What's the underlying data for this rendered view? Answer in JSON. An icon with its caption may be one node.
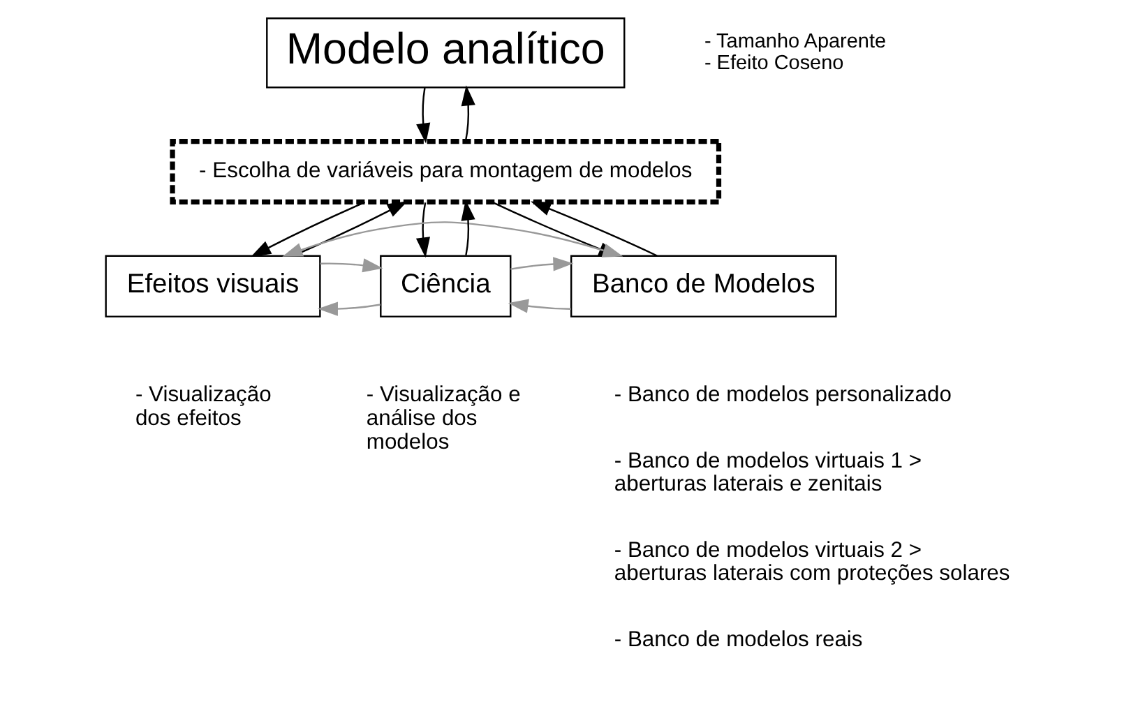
{
  "diagram": {
    "nodes": [
      {
        "text": [
          "Modelo analítico"
        ],
        "beside": [
          "- Tamanho Aparente",
          "- Efeito Coseno"
        ]
      },
      {
        "text": [
          "- Escolha de variáveis para montagem de modelos"
        ]
      },
      {
        "text": [
          "Efeitos visuais"
        ],
        "beside": [
          "- Visualização dos efeitos"
        ]
      },
      {
        "text": [
          "Ciência"
        ],
        "beside": [
          "- Visualização e análise dos modelos"
        ]
      },
      {
        "text": [
          "Banco de Modelos"
        ],
        "beside": [
          "- Banco de modelos personalizado",
          "- Banco de modelos virtuais 1 > aberturas laterais e zenitais",
          "- Banco de modelos virtuais 2 > aberturas laterais com proteções solares",
          "- Banco de modelos reais"
        ]
      }
    ],
    "edges": [
      {
        "from": 0,
        "to": 1,
        "arrow": "to"
      },
      {
        "from": 1,
        "to": 0,
        "arrow": "to"
      },
      {
        "from": 1,
        "to": 2,
        "arrow": "to"
      },
      {
        "from": 2,
        "to": 1,
        "arrow": "to"
      },
      {
        "from": 1,
        "to": 3,
        "arrow": "to"
      },
      {
        "from": 3,
        "to": 1,
        "arrow": "to"
      },
      {
        "from": 1,
        "to": 4,
        "arrow": "to"
      },
      {
        "from": 4,
        "to": 1,
        "arrow": "to"
      },
      {
        "from": 3,
        "to": 2,
        "arrow": "to",
        "color": "#999999"
      },
      {
        "from": 2,
        "to": 3,
        "arrow": "to",
        "color": "#999999"
      },
      {
        "from": 4,
        "to": 3,
        "arrow": "to",
        "color": "#999999"
      },
      {
        "from": 3,
        "to": 4,
        "arrow": "to",
        "color": "#999999"
      },
      {
        "from": 2,
        "to": 4,
        "arrow": "both",
        "color": "#999999"
      }
    ]
  }
}
